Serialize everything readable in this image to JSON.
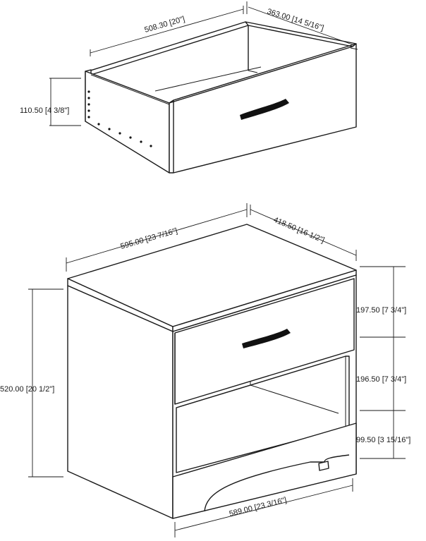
{
  "drawer": {
    "width": "508.30 [20\"]",
    "depth": "363.00 [14 5/16\"]",
    "height": "110.50 [4 3/8\"]"
  },
  "nightstand": {
    "width": "595.00 [23 7/16\"]",
    "depth": "418.50 [16 1/2\"]",
    "height": "520.00 [20 1/2\"]",
    "drawer_height": "197.50 [7 3/4\"]",
    "shelf_height": "196.50 [7 3/4\"]",
    "base_height": "99.50 [3 15/16\"]",
    "base_width": "589.00 [23 3/16\"]"
  }
}
